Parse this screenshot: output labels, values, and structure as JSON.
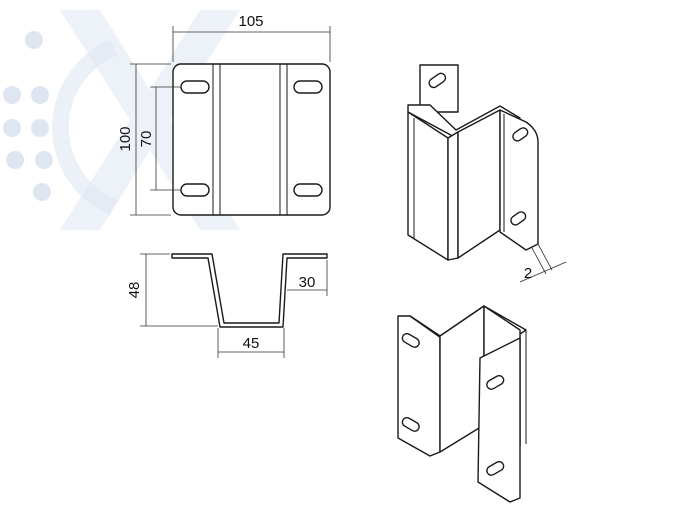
{
  "colors": {
    "line": "#1a1a1a",
    "watermark": "#dfe6f2",
    "background": "#ffffff"
  },
  "watermark": {
    "icon": "logo-watermark-icon"
  },
  "dimensions": {
    "top_width": "105",
    "total_height": "100",
    "slot_spacing": "70",
    "profile_height": "48",
    "flange_width": "30",
    "channel_width": "45",
    "thickness": "2"
  }
}
